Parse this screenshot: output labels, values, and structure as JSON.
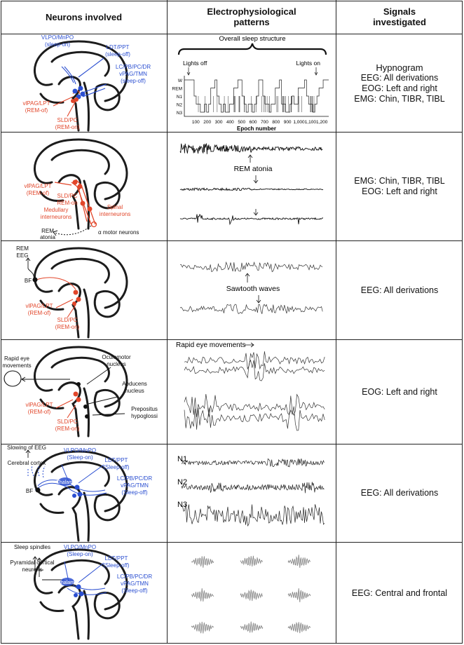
{
  "headers": {
    "col1": "Neurons involved",
    "col2": "Electrophysiological patterns",
    "col3": "Signals investigated"
  },
  "colors": {
    "blue": "#2b4fd1",
    "red": "#e2462a",
    "ink": "#1c1c1c"
  },
  "rows": [
    {
      "labels": {
        "vlpo": "VLPO/MnPO",
        "vlpo_sub": "(sleep-on)",
        "ldt": "LDT/PPT",
        "ldt_sub": "(sleep-off)",
        "lc": "LC/PB/PC/DR",
        "lc2": "vPAG/TMN",
        "lc_sub": "(sleep-off)",
        "vlpag": "vlPAG/LPT",
        "vlpag_sub": "(REM-of)",
        "sld": "SLD/PC",
        "sld_sub": "(REM-on)"
      },
      "pattern": {
        "title": "Overall sleep structure",
        "lights_off": "Lights off",
        "lights_on": "Lights on",
        "stages": [
          "W",
          "REM",
          "N1",
          "N2",
          "N3"
        ],
        "xticks": [
          "100",
          "200",
          "300",
          "400",
          "500",
          "600",
          "700",
          "800",
          "900",
          "1,000",
          "1,100",
          "1,200"
        ],
        "xlabel": "Epoch number"
      },
      "signals": [
        "Hypnogram",
        "EEG: All derivations",
        "EOG: Left and right",
        "EMG: Chin, TIBR, TIBL"
      ]
    },
    {
      "labels": {
        "vlpag": "vlPAG/LPT",
        "vlpag_sub": "(REM-of)",
        "sld": "SLD/PC",
        "sld_sub": "REM-on",
        "medullary": "Medullary",
        "medullary2": "interneurons",
        "spinal": "Spinal",
        "spinal2": "interneurons",
        "alpha": "α motor neurons",
        "rem": "REM",
        "atonia": "atonia"
      },
      "pattern": {
        "annotation": "REM atonia"
      },
      "signals": [
        "EMG: Chin, TIBR, TIBL",
        "EOG: Left and right"
      ]
    },
    {
      "labels": {
        "rem": "REM",
        "eeg": "EEG",
        "bf": "BF",
        "vlpag": "vlPAG/LPT",
        "vlpag_sub": "(REM-of)",
        "sld": "SLD/PC",
        "sld_sub": "(REM-on)"
      },
      "pattern": {
        "annotation": "Sawtooth waves"
      },
      "signals": [
        "EEG: All derivations"
      ]
    },
    {
      "labels": {
        "rapid": "Rapid eye",
        "movements": "movements",
        "oculo": "Oculomotor",
        "oculo2": "nucleus",
        "abducens": "Abducens",
        "abducens2": "nucleus",
        "prepos": "Prepositus",
        "prepos2": "hypoglossi",
        "vlpag": "vlPAG/LPT",
        "vlpag_sub": "(REM-of)",
        "sld": "SLD/PC",
        "sld_sub": "(REM-on)"
      },
      "pattern": {
        "annotation": "Rapid eye movements"
      },
      "signals": [
        "EOG: Left and right"
      ]
    },
    {
      "labels": {
        "slowing": "Slowing of EEG",
        "cortex": "Cerebral cortex",
        "thalamus": "Thalamus",
        "bf": "BF",
        "vlpo": "VLPO/MnPO",
        "vlpo_sub": "(Sleep-on)",
        "ldt": "LDT/PPT",
        "ldt_sub": "(Sleep-off)",
        "lc": "LC/PB/PC/DR",
        "lc2": "vPAG/TMN",
        "lc_sub": "(Sleep-off)"
      },
      "pattern": {
        "n1": "N1",
        "n2": "N2",
        "n3": "N3"
      },
      "signals": [
        "EEG: All derivations"
      ]
    },
    {
      "labels": {
        "spindles": "Sleep spindles",
        "pyramidal": "Pyramidal cortical",
        "pyramidal2": "neurons",
        "thalamus": "Thalamus",
        "vlpo": "VLPO/MnPO",
        "vlpo_sub": "(Sleep-on)",
        "ldt": "LDT/PPT",
        "ldt_sub": "(Sleep-off)",
        "lc": "LC/PB/PC/DR",
        "lc2": "vPAG/TMN",
        "lc_sub": "(Sleep-off)"
      },
      "signals": [
        "EEG: Central and frontal"
      ]
    }
  ]
}
